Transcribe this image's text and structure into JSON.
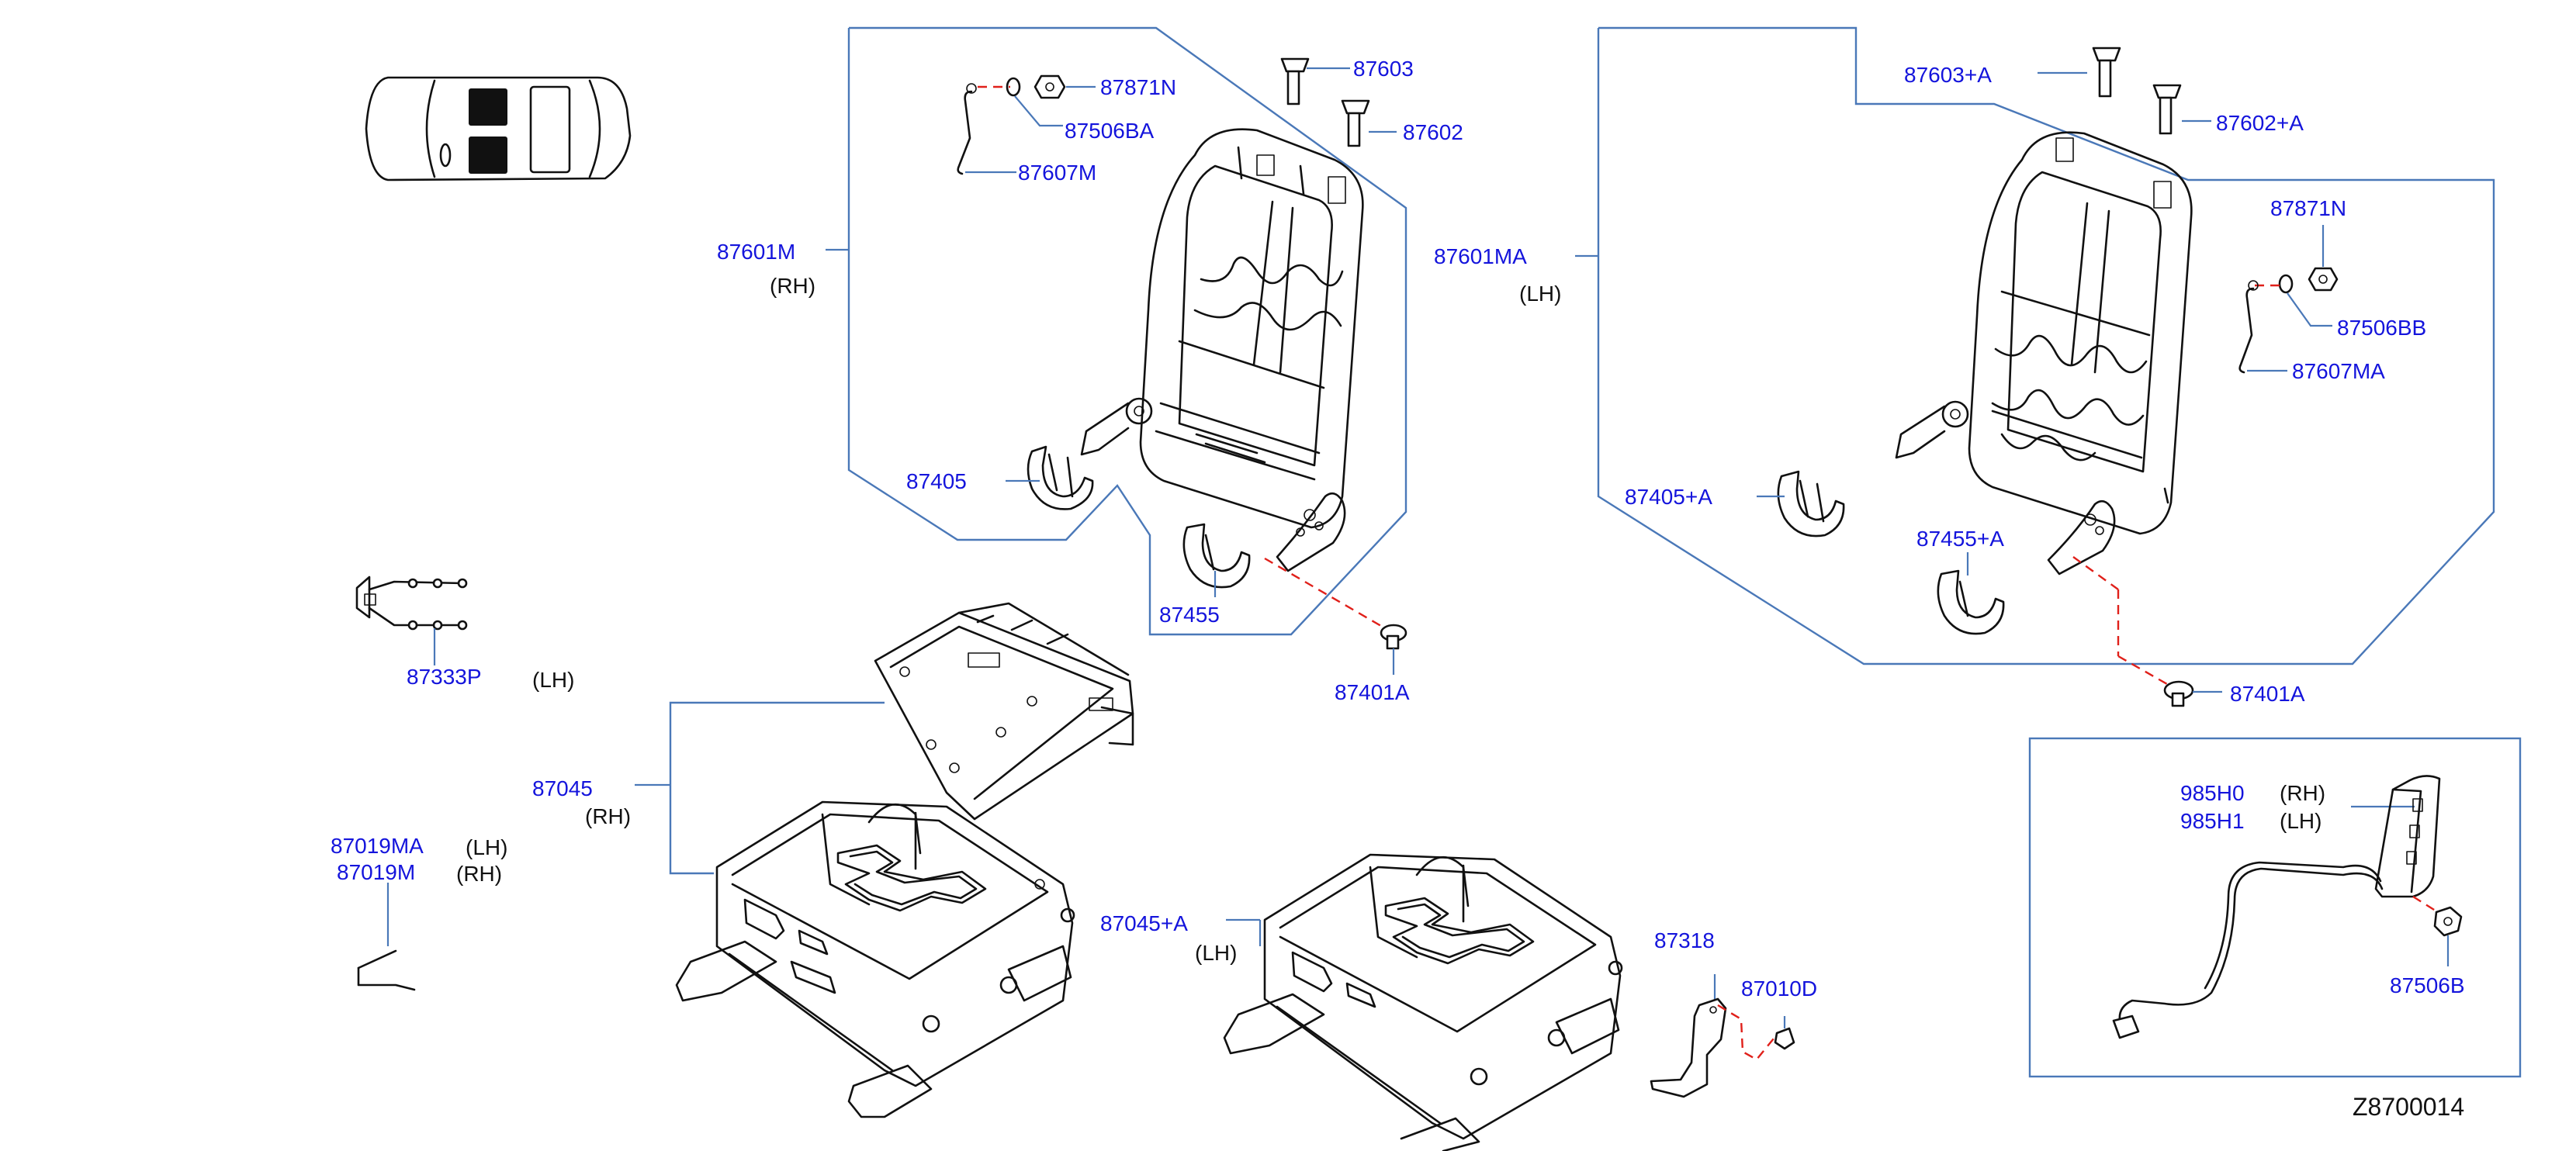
{
  "labels": {
    "p87871N": "87871N",
    "p87506BA": "87506BA",
    "p87607M": "87607M",
    "p87603": "87603",
    "p87602": "87602",
    "p87601M": "87601M",
    "rh1": "(RH)",
    "p87405": "87405",
    "p87455": "87455",
    "p87401A_1": "87401A",
    "p87603A": "87603+A",
    "p87602A": "87602+A",
    "p87871N_2": "87871N",
    "p87506BB": "87506BB",
    "p87607MA": "87607MA",
    "p87601MA": "87601MA",
    "lh1": "(LH)",
    "p87405A": "87405+A",
    "p87455A": "87455+A",
    "p87401A_2": "87401A",
    "p87333P": "87333P",
    "lh2": "(LH)",
    "p87045": "87045",
    "rh2": "(RH)",
    "p87019MA": "87019MA",
    "lh3": "(LH)",
    "p87019M": "87019M",
    "rh3": "(RH)",
    "p87045A": "87045+A",
    "lh4": "(LH)",
    "p87318": "87318",
    "p87010D": "87010D",
    "p985H0": "985H0",
    "rh4": "(RH)",
    "p985H1": "985H1",
    "lh5": "(LH)",
    "p87506B": "87506B",
    "diagram_code": "Z8700014"
  },
  "colors": {
    "part_label": "#1414dc",
    "frame_line": "#4a78b8",
    "dashed_leader": "#e0201a",
    "line_art": "#111111"
  }
}
